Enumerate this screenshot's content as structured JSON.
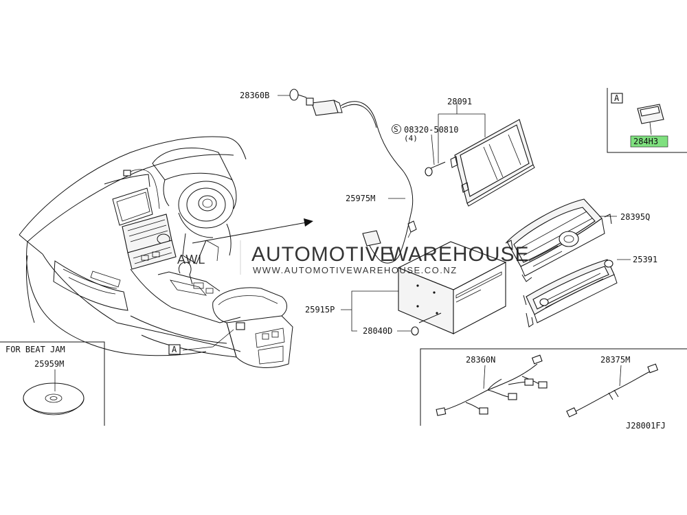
{
  "parts": {
    "p28360B": "28360B",
    "p28091": "28091",
    "p08320": "08320-50810",
    "p08320_qty": "(4)",
    "screw_symbol": "S",
    "p25975M": "25975M",
    "p28395Q": "28395Q",
    "p25391": "25391",
    "p25915P": "25915P",
    "p28040D": "28040D",
    "p28360N": "28360N",
    "p28375M": "28375M",
    "p25959M": "25959M",
    "p284H3": "284H3"
  },
  "ref_marker": "A",
  "inset_note": "FOR BEAT JAM",
  "diagram_code": "J28001FJ",
  "watermark": {
    "logo": "AWL",
    "name_dark": "AUTOMOTIVE",
    "name_red": "WAREHOUSE",
    "url": "WWW.AUTOMOTIVEWAREHOUSE.CO.NZ"
  },
  "colors": {
    "line": "#111111",
    "highlight": "#7fe07f",
    "watermark_red": "#e85555",
    "watermark_grey": "#9a9a9a"
  }
}
